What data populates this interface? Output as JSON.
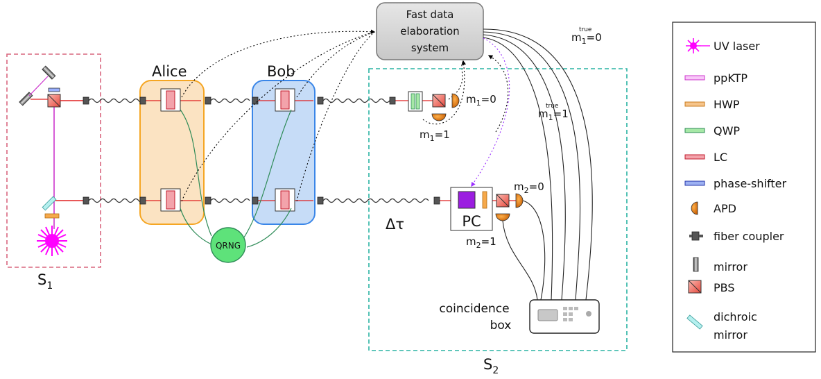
{
  "diagram": {
    "labels": {
      "alice": "Alice",
      "bob": "Bob",
      "s1": "S",
      "s1_sub": "1",
      "s2": "S",
      "s2_sub": "2",
      "fast_data_l1": "Fast data",
      "fast_data_l2": "elaboration",
      "fast_data_l3": "system",
      "qrng": "QRNG",
      "pc": "PC",
      "delta_tau": "Δτ",
      "coincidence_l1": "coincidence",
      "coincidence_l2": "box",
      "m": "m",
      "sub1": "1",
      "sub2": "2",
      "eq0": "=0",
      "eq1": "=1",
      "true_sup": "true"
    },
    "legend": [
      {
        "icon": "uv-laser-icon",
        "label": "UV laser"
      },
      {
        "icon": "ppktp-icon",
        "label": "ppKTP"
      },
      {
        "icon": "hwp-icon",
        "label": "HWP"
      },
      {
        "icon": "qwp-icon",
        "label": "QWP"
      },
      {
        "icon": "lc-icon",
        "label": "LC"
      },
      {
        "icon": "phase-shifter-icon",
        "label": "phase-shifter"
      },
      {
        "icon": "apd-icon",
        "label": "APD"
      },
      {
        "icon": "fiber-coupler-icon",
        "label": "fiber coupler"
      },
      {
        "icon": "mirror-icon",
        "label": "mirror"
      },
      {
        "icon": "pbs-icon",
        "label": "PBS"
      },
      {
        "icon": "dichroic-mirror-icon",
        "label": "dichroic"
      },
      {
        "icon": "dichroic-mirror-icon",
        "label": "mirror"
      }
    ],
    "colors": {
      "laser_beam": "#e02020",
      "pump_beam": "#cc33cc",
      "uv_laser": "#ff00ff",
      "alice_fill": "#fbe3c2",
      "alice_stroke": "#f5a623",
      "bob_fill": "#c6dcf7",
      "bob_stroke": "#3a86e8",
      "s1_box": "#d9667f",
      "s2_box": "#2ab3a3",
      "qrng": "#5ee27a",
      "pc_fill": "#9b1de0",
      "apd": "#e07d1e",
      "control_line": "#9b30ff",
      "fiber_line": "#2e8b57"
    }
  }
}
